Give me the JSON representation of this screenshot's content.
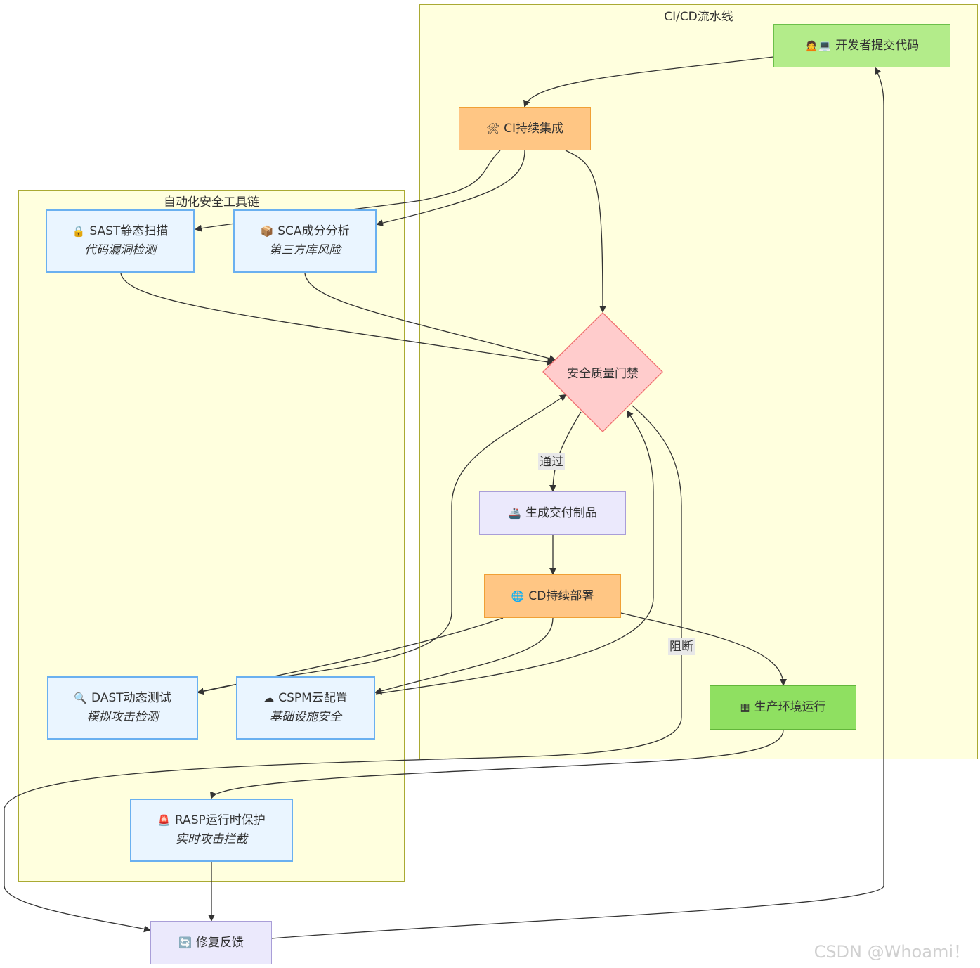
{
  "clusters": {
    "cicd": "CI/CD流水线",
    "tools": "自动化安全工具链"
  },
  "nodes": {
    "dev": {
      "icon": "🙍💻",
      "label": "开发者提交代码"
    },
    "ci": {
      "icon": "🛠",
      "label": "CI持续集成"
    },
    "sast": {
      "icon": "🔒",
      "label": "SAST静态扫描",
      "sub": "代码漏洞检测"
    },
    "sca": {
      "icon": "📦",
      "label": "SCA成分分析",
      "sub": "第三方库风险"
    },
    "gate": {
      "label": "安全质量门禁"
    },
    "build": {
      "icon": "🚢",
      "label": "生成交付制品"
    },
    "cd": {
      "icon": "🌐",
      "label": "CD持续部署"
    },
    "dast": {
      "icon": "🔍",
      "label": "DAST动态测试",
      "sub": "模拟攻击检测"
    },
    "cspm": {
      "icon": "☁",
      "label": "CSPM云配置",
      "sub": "基础设施安全"
    },
    "prod": {
      "icon": "▦",
      "label": "生产环境运行"
    },
    "rasp": {
      "icon": "🚨",
      "label": "RASP运行时保护",
      "sub": "实时攻击拦截"
    },
    "fix": {
      "icon": "🔄",
      "label": "修复反馈"
    }
  },
  "edge_labels": {
    "pass": "通过",
    "block": "阻断"
  },
  "watermark": "CSDN @Whoami！"
}
